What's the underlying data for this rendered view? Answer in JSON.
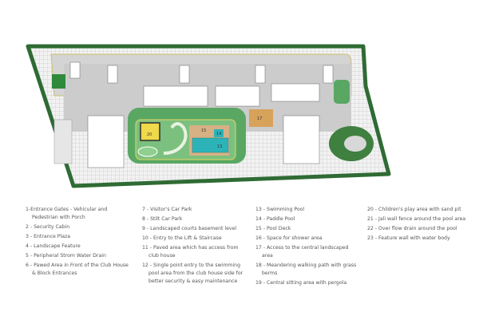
{
  "plan": {
    "labels": {
      "pool": "13",
      "paddle_pool": "14",
      "deck": "15",
      "pergola": "17",
      "play": "20"
    },
    "colors": {
      "tree": "#2f6b34",
      "lawn": "#5aa764",
      "paving": "#cfcfcf",
      "pool": "#2bb3b8",
      "deck": "#d7b084",
      "building": "#ffffff",
      "road": "#ececec",
      "edge": "#c8c06a"
    }
  },
  "legend": {
    "col1": [
      "1-Entrance Gates - Vehicular and Pedestrian with Porch",
      "2 - Security Cabin",
      "3 - Entrance Plaza",
      "4 - Landscape Feature",
      "5 - Peripheral Strom Water Drain",
      "6 - Pawed Area in Front of the Club House & Block Entrances"
    ],
    "col2": [
      "7 - Visitor's Car Park",
      "8 - Stilt Car Park",
      "9 - Landscaped courts basement level",
      "10 - Entry to the Lift & Staircase",
      "11 - Paved area which has access from club house",
      "12 - Single point entry to the swimming pool area from the club house side for better security & easy maintenance"
    ],
    "col3": [
      "13 - Swimming Pool",
      "14 - Paddle Pool",
      "15 - Pool Deck",
      "16 - Space for shower area",
      "17 - Access to the central landscaped area",
      "18 - Meandering walking path with grass berms",
      "19 - Central sitting area with pergola"
    ],
    "col4": [
      "20 - Children's play area with sand pit",
      "21 - Jali wall fence around the pool area",
      "22 - Over flow drain around the pool",
      "23 - Feature wall with water body"
    ]
  }
}
